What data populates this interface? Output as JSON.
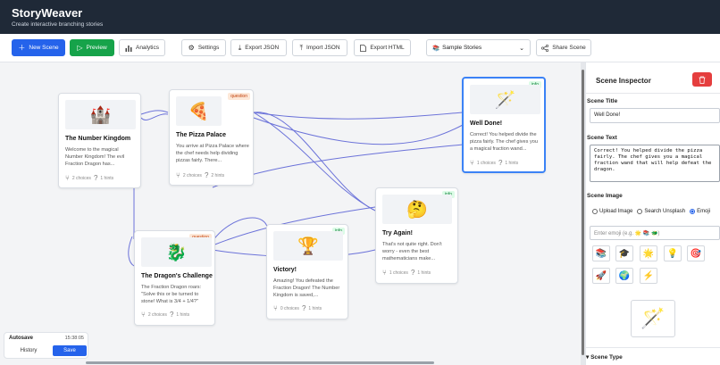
{
  "app": {
    "title": "StoryWeaver",
    "subtitle": "Create interactive branching stories"
  },
  "toolbar": {
    "new_scene": "New Scene",
    "preview": "Preview",
    "analytics": "Analytics",
    "settings": "Settings",
    "export_json": "Export JSON",
    "import_json": "Import JSON",
    "export_html": "Export HTML",
    "story_select": {
      "value": "Sample Stories",
      "icon": "📚"
    },
    "share": "Share Scene"
  },
  "scenes": [
    {
      "emoji": "🏰",
      "title": "The Number Kingdom",
      "desc": "Welcome to the magical Number Kingdom! The evil Fraction Dragon has...",
      "choices": "2 choices",
      "hints": "1 hints",
      "badge": ""
    },
    {
      "emoji": "🍕",
      "title": "The Pizza Palace",
      "desc": "You arrive at Pizza Palace where the chef needs help dividing pizzas fairly. There...",
      "choices": "2 choices",
      "hints": "2 hints",
      "badge": "question"
    },
    {
      "emoji": "🪄",
      "title": "Well Done!",
      "desc": "Correct! You helped divide the pizza fairly. The chef gives you a magical fraction wand...",
      "choices": "1 choices",
      "hints": "1 hints",
      "badge": "info"
    },
    {
      "emoji": "🐉",
      "title": "The Dragon's Challenge",
      "desc": "The Fraction Dragon roars: \"Solve this or be turned to stone! What is 3/4 + 1/4?\"",
      "choices": "2 choices",
      "hints": "1 hints",
      "badge": "question"
    },
    {
      "emoji": "🏆",
      "title": "Victory!",
      "desc": "Amazing! You defeated the Fraction Dragon! The Number Kingdom is saved,...",
      "choices": "0 choices",
      "hints": "1 hints",
      "badge": "info"
    },
    {
      "emoji": "🤔",
      "title": "Try Again!",
      "desc": "That's not quite right. Don't worry - even the best mathematicians make...",
      "choices": "1 choices",
      "hints": "1 hints",
      "badge": "info"
    }
  ],
  "autosave": {
    "label": "Autosave",
    "time": "15:38:05",
    "history": "History",
    "save": "Save"
  },
  "inspector": {
    "title": "Scene Inspector",
    "scene_title_label": "Scene Title",
    "scene_title_value": "Well Done!",
    "scene_text_label": "Scene Text",
    "scene_text_value": "Correct! You helped divide the pizza fairly. The chef gives you a magical fraction wand that will help defeat the dragon.",
    "scene_image_label": "Scene Image",
    "radio_upload": "Upload Image",
    "radio_unsplash": "Search Unsplash",
    "radio_emoji": "Emoji",
    "emoji_placeholder": "Enter emoji (e.g. 🌟 📚 🐲)",
    "emoji_options": [
      "📚",
      "🎓",
      "🌟",
      "💡",
      "🎯",
      "🚀",
      "🌍",
      "⚡"
    ],
    "selected_emoji": "🪄",
    "scene_type_label": "Scene Type"
  },
  "colors": {
    "header": "#1f2937",
    "primary": "#2563eb",
    "success": "#16a34a",
    "danger": "#e53e3e",
    "edge": "#6b72d9"
  }
}
